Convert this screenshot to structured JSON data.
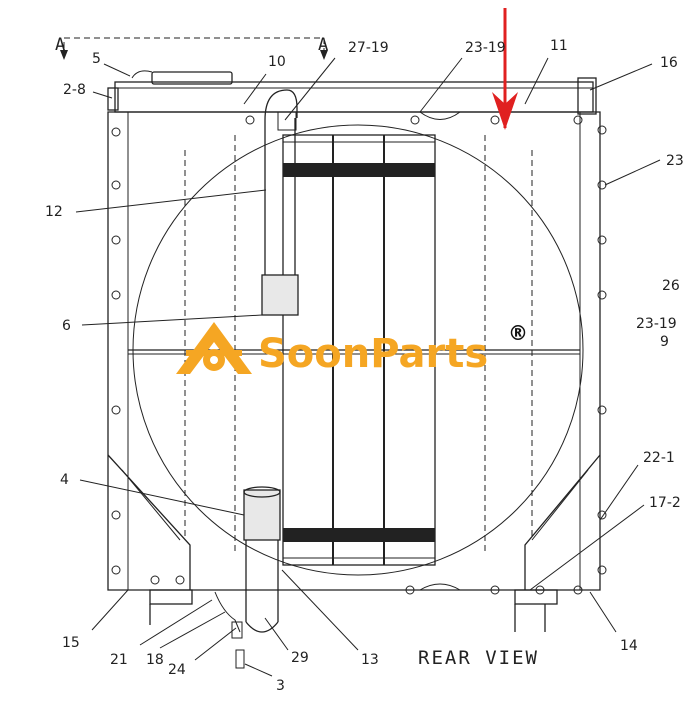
{
  "section_marks": {
    "left": "A",
    "right": "A"
  },
  "view_title": "REAR VIEW",
  "watermark": {
    "brand": "SoonParts",
    "registered": "®",
    "icon": "gear-wrench-logo-icon"
  },
  "arrow_color": "#e02020",
  "brand_color": "#f5a623",
  "callouts": {
    "c5": "5",
    "c2_8": "2-8",
    "c10": "10",
    "c27_19": "27-19",
    "c23_19_top": "23-19",
    "c11": "11",
    "c16": "16",
    "c23_right": "23",
    "c12": "12",
    "c26": "26",
    "c6": "6",
    "c23_19_right": "23-19",
    "c9": "9",
    "c4": "4",
    "c22_1": "22-1",
    "c17_2": "17-2",
    "c15": "15",
    "c21": "21",
    "c18": "18",
    "c24": "24",
    "c29": "29",
    "c13": "13",
    "c3": "3",
    "c14": "14"
  }
}
